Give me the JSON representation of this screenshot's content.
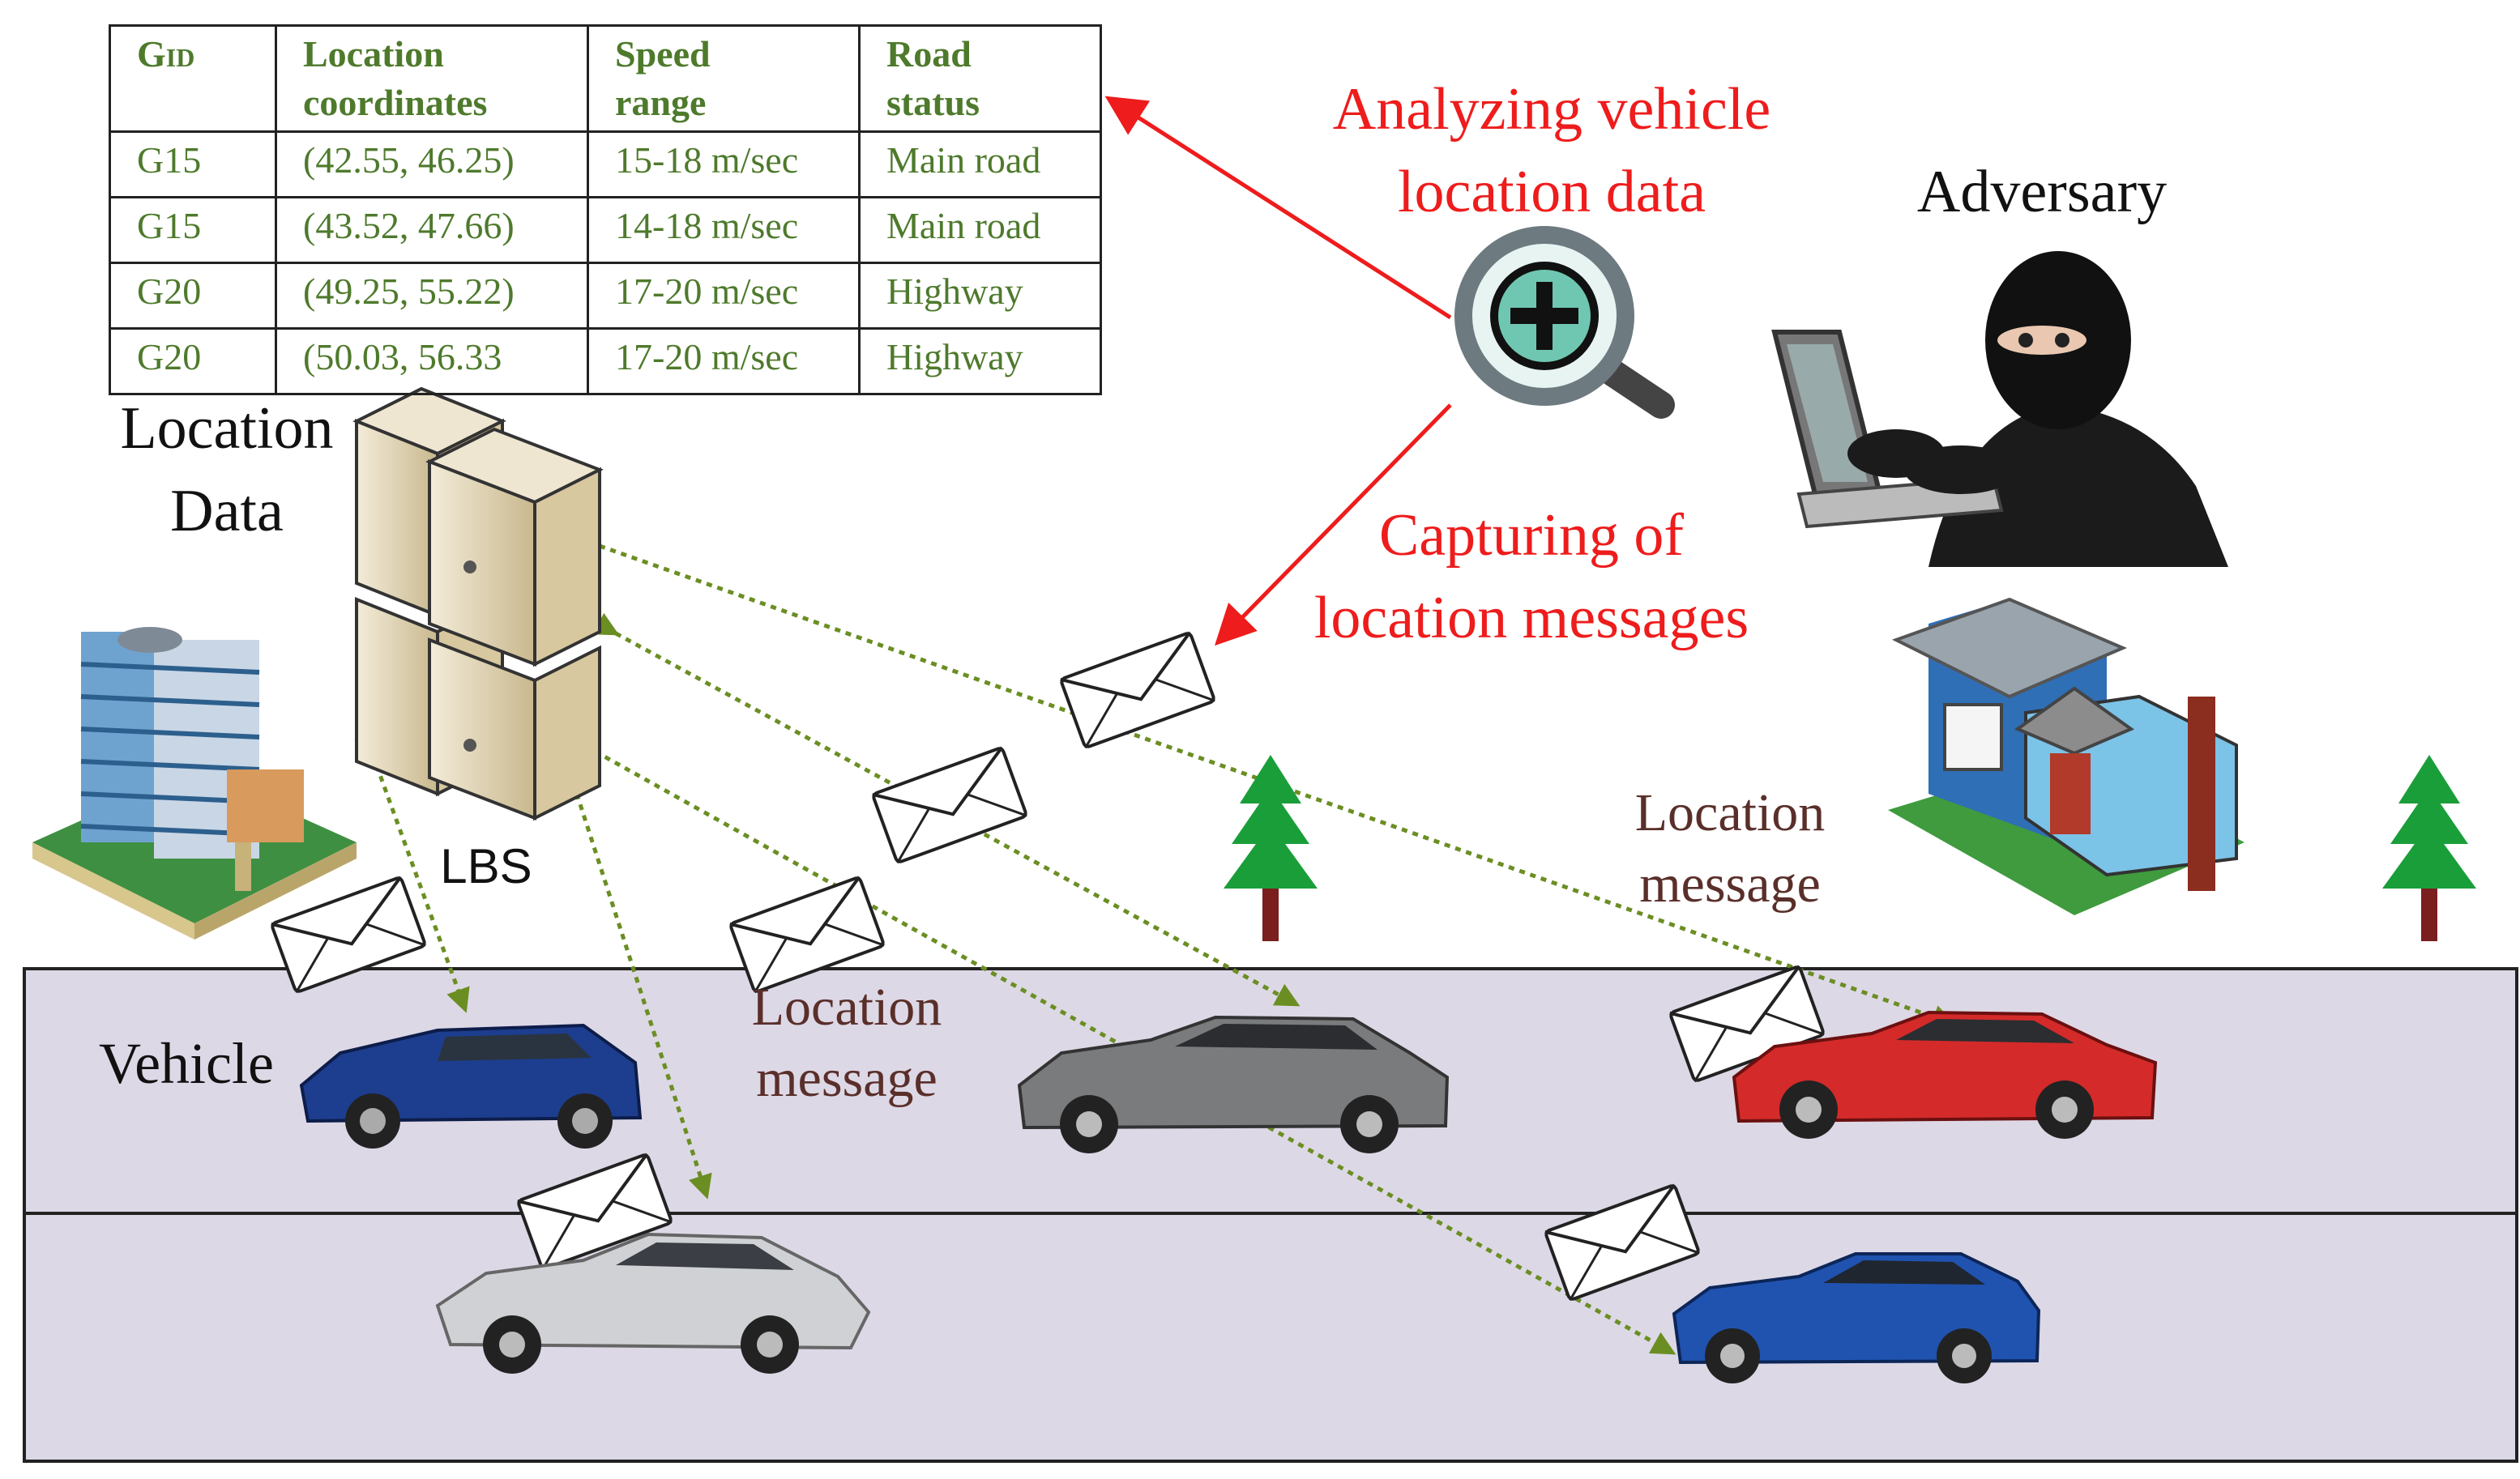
{
  "table": {
    "headers": [
      "G_ID",
      "Location coordinates",
      "Speed range",
      "Road status"
    ],
    "header_lines": [
      [
        "GID"
      ],
      [
        "Location",
        "coordinates"
      ],
      [
        "Speed",
        "range"
      ],
      [
        "Road",
        "status"
      ]
    ],
    "rows": [
      [
        "G15",
        "(42.55, 46.25)",
        "15-18 m/sec",
        "Main road"
      ],
      [
        "G15",
        "(43.52, 47.66)",
        "14-18 m/sec",
        "Main road"
      ],
      [
        "G20",
        "(49.25, 55.22)",
        "17-20 m/sec",
        "Highway"
      ],
      [
        "G20",
        "(50.03, 56.33",
        "17-20 m/sec",
        "Highway"
      ]
    ]
  },
  "labels": {
    "analyzing_l1": "Analyzing vehicle",
    "analyzing_l2": "location data",
    "adversary": "Adversary",
    "capturing_l1": "Capturing of",
    "capturing_l2": "location messages",
    "location_data_l1": "Location",
    "location_data_l2": "Data",
    "lbs": "LBS",
    "vehicle": "Vehicle",
    "location_message_mid_l1": "Location",
    "location_message_mid_l2": "message",
    "location_message_right_l1": "Location",
    "location_message_right_l2": "message"
  },
  "colors": {
    "attack_arrow": "#ee1c1c",
    "message_arrow": "#6b8e23",
    "road": "#ddd8e6",
    "table_text": "#4e7a2c"
  },
  "icons": [
    "magnifier-plus-icon",
    "hacker-icon",
    "building-icon",
    "server-icon",
    "house-icon",
    "tree-icon",
    "envelope-icon",
    "car-icon"
  ]
}
